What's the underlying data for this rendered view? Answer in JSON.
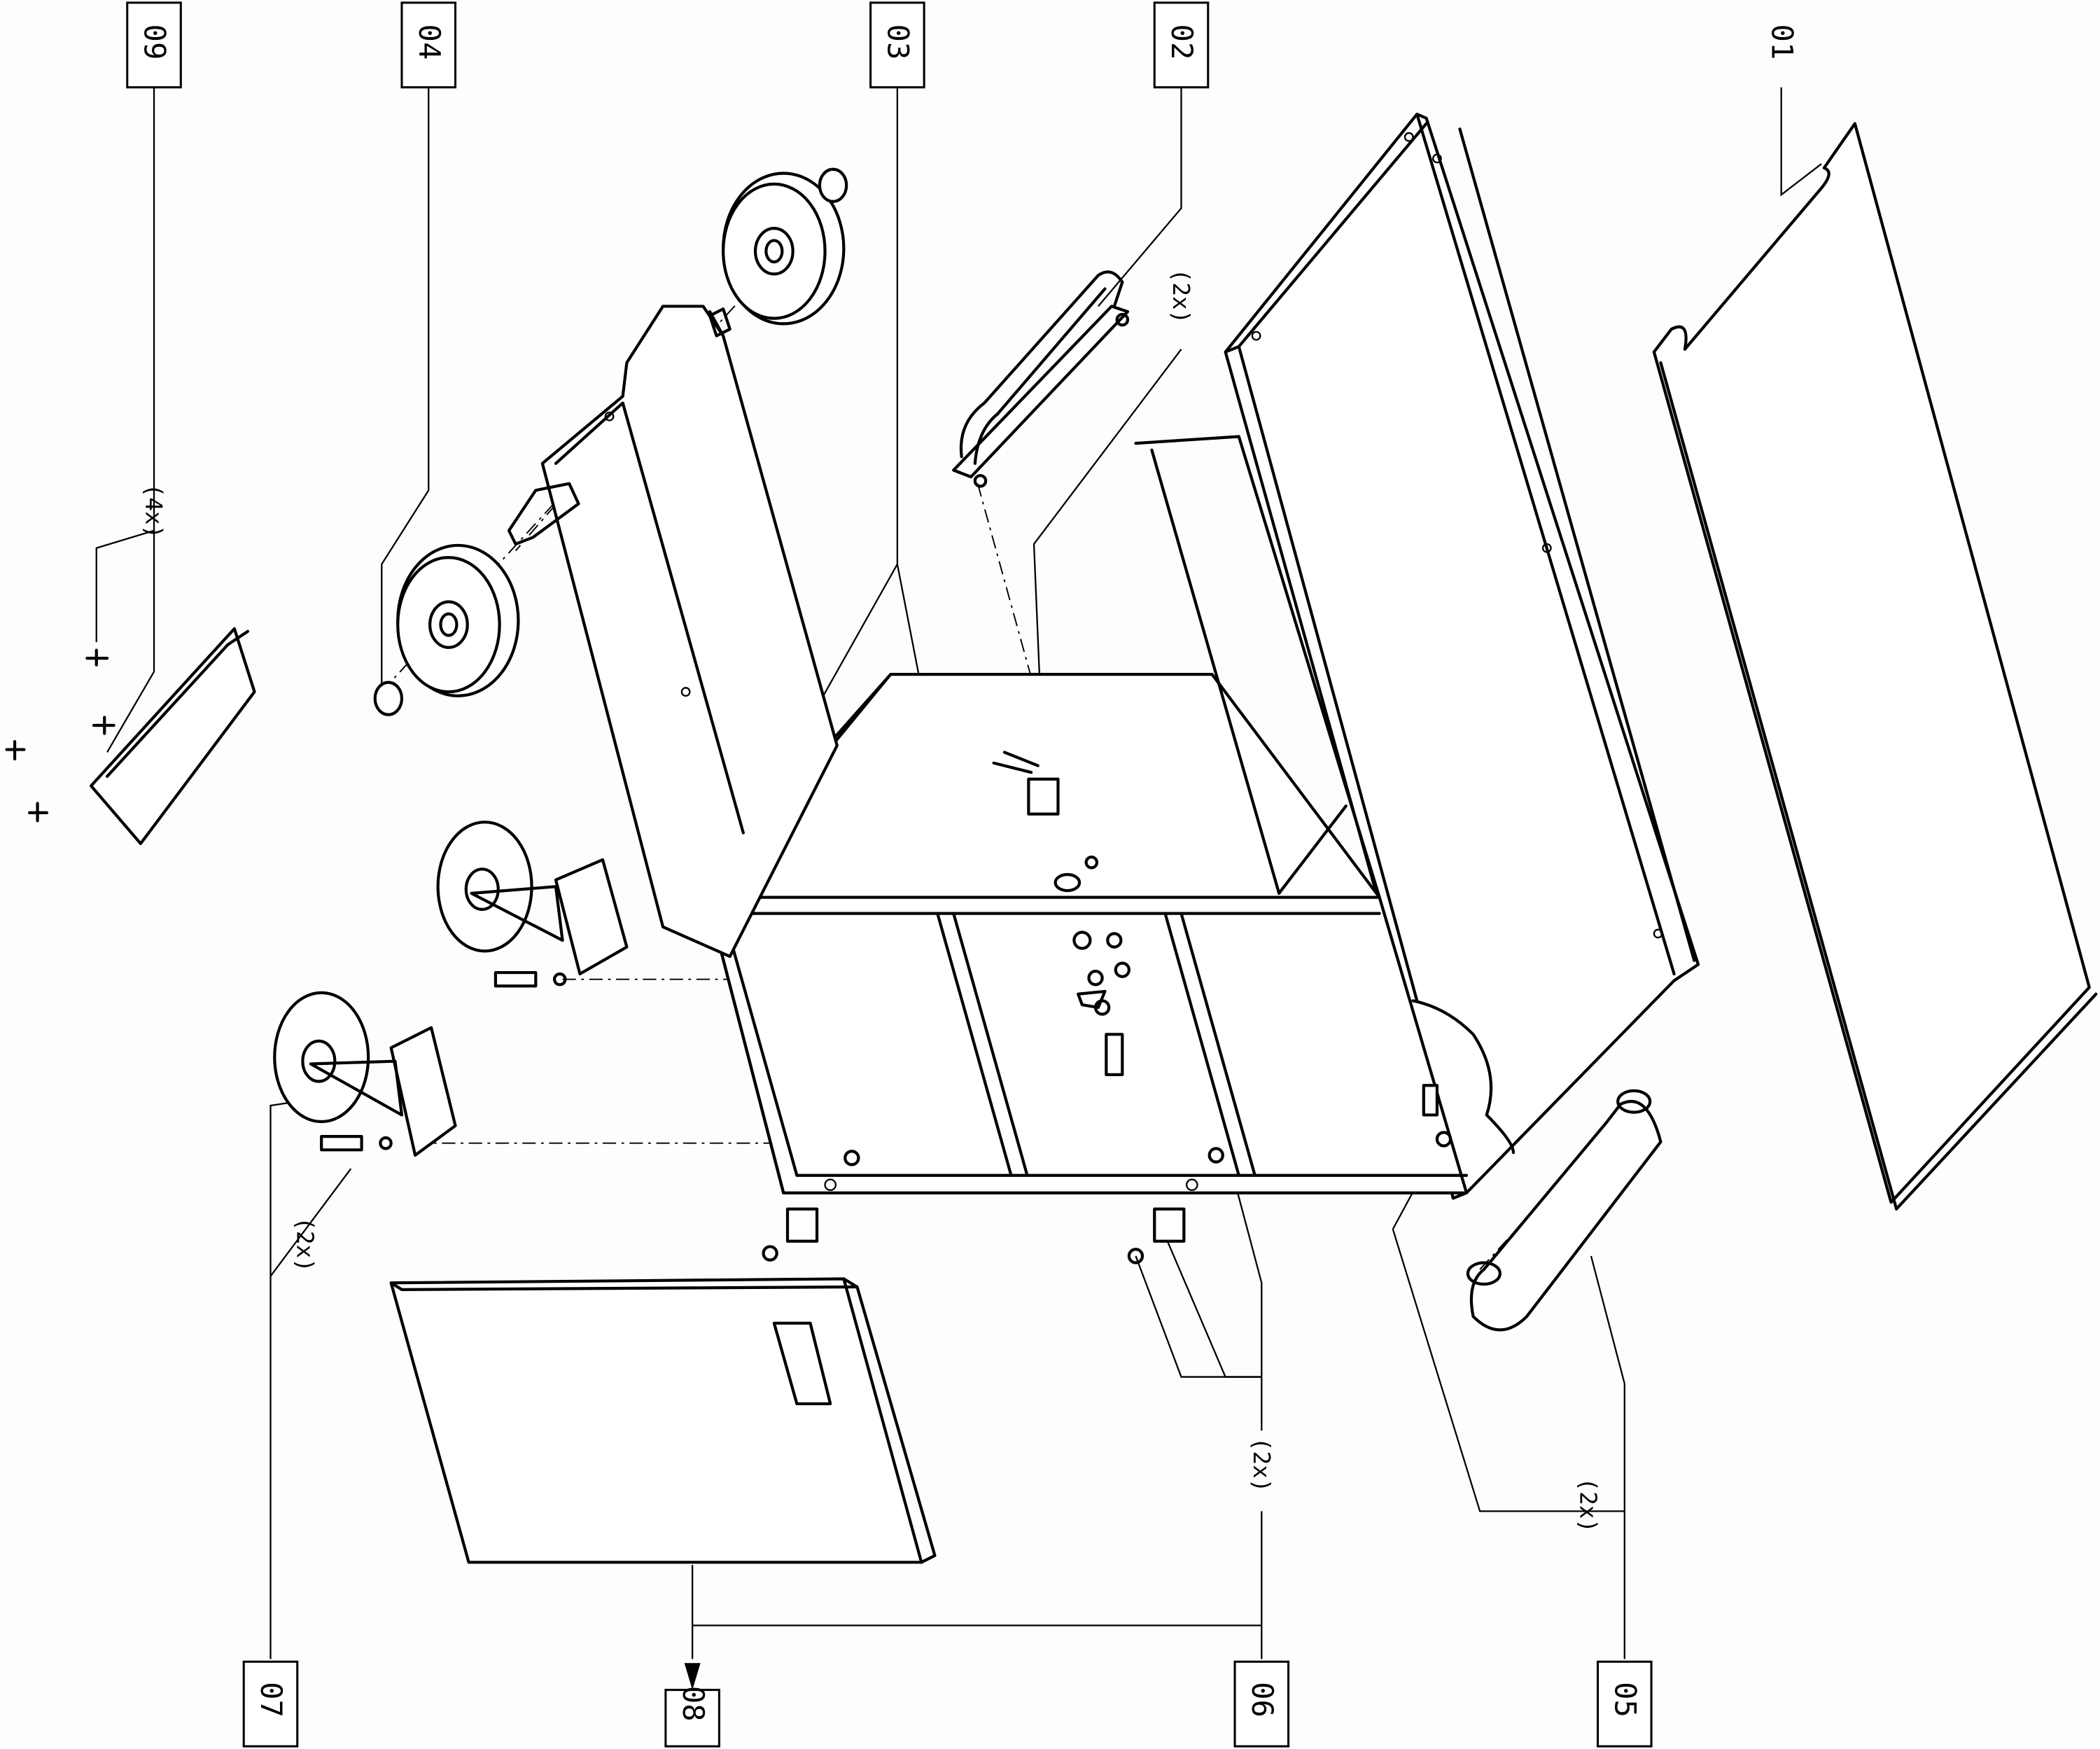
{
  "diagram": {
    "type": "exploded-parts-view",
    "part_labels": {
      "p01": "01",
      "p02": "02",
      "p03": "03",
      "p04": "04",
      "p05": "05",
      "p06": "06",
      "p07": "07",
      "p08": "08",
      "p09": "09"
    },
    "quantities": {
      "q09": "(4x)",
      "q02": "(2x)",
      "q07": "(2x)",
      "q06": "(2x)",
      "q05": "(2x)"
    }
  }
}
